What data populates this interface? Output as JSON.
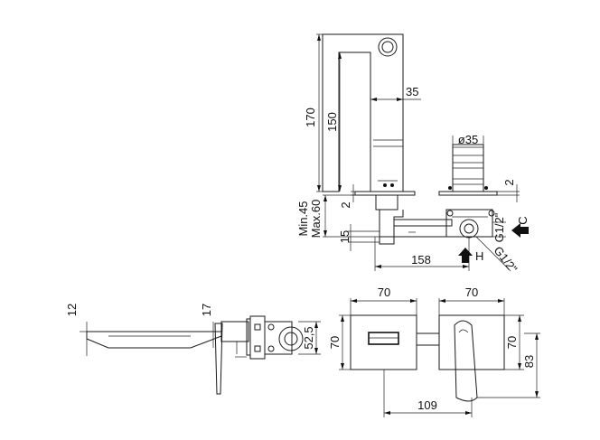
{
  "dimensions": {
    "top_height_170": "170",
    "top_height_150": "150",
    "top_width_35": "35",
    "top_thickness_2_left": "2",
    "min_max_label_1": "Min.45",
    "min_max_label_2": "Max.60",
    "offset_15": "15",
    "length_158": "158",
    "diameter_35": "ø35",
    "thickness_2_right": "2",
    "thread_top": "G1/2\"",
    "thread_bottom": "G1/2\"",
    "inlet_c": "C",
    "inlet_h": "H",
    "side_12": "12",
    "side_17": "17",
    "side_52_5": "52,5",
    "front_70_left_top": "70",
    "front_70_right_top": "70",
    "front_70_left_side": "70",
    "front_70_right_side": "70",
    "front_83": "83",
    "front_109": "109"
  }
}
